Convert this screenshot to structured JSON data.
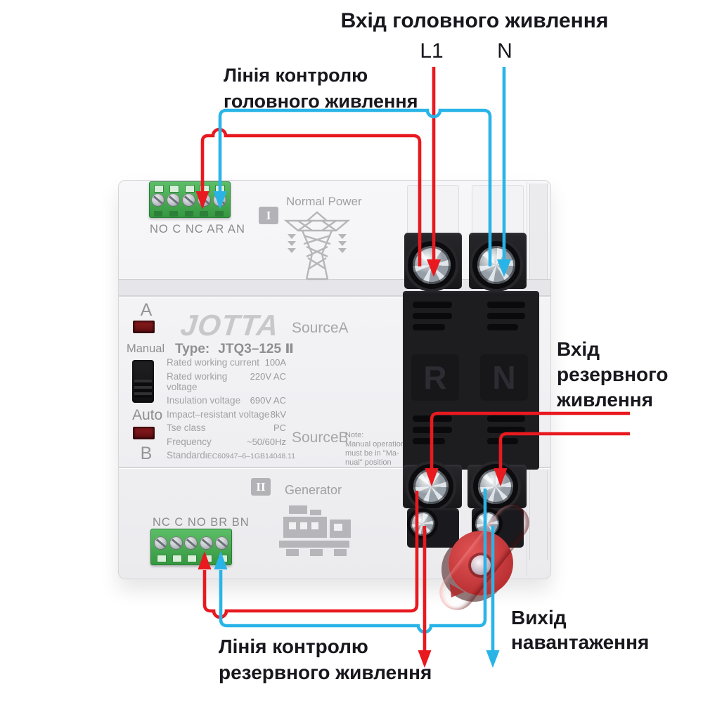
{
  "annotations": {
    "main_input_title": "Вхід головного живлення",
    "l1": "L1",
    "n": "N",
    "main_control": [
      "Лінія контролю",
      "головного живлення"
    ],
    "reserve_input": [
      "Вхід",
      "резервного",
      "живлення"
    ],
    "load_output": [
      "Вихід",
      "навантаження"
    ],
    "reserve_control": [
      "Лінія контролю",
      "резервного живлення"
    ]
  },
  "device": {
    "brand": "JOTTA",
    "badge_top": "I",
    "badge_bottom": "II",
    "normal_power": "Normal Power",
    "generator": "Generator",
    "terminals_top": "NO C NC AR AN",
    "terminals_bottom": "NC C NO BR BN",
    "indicator_a": "A",
    "indicator_b": "B",
    "manual": "Manual",
    "auto": "Auto",
    "type_label": "Type:",
    "type_value": "JTQ3–125 Ⅱ",
    "source_a": "SourceA",
    "source_b": "SourceB",
    "breaker_r": "R",
    "breaker_n": "N",
    "specs": [
      {
        "label": "Rated working current",
        "value": "100A"
      },
      {
        "label": "Rated working voltage",
        "value": "220V AC"
      },
      {
        "label": "Insulation voltage",
        "value": "690V AC"
      },
      {
        "label": "Impact–resistant voltage",
        "value": "8kV"
      },
      {
        "label": "Tse class",
        "value": "PC"
      },
      {
        "label": "Frequency",
        "value": "~50/60Hz"
      },
      {
        "label": "Standard",
        "value": "IEC60947–6–1GB14048.11"
      }
    ],
    "note_lines": [
      "Note:",
      "Manual operation",
      "must be in \"Ma-",
      "nual\" position"
    ]
  },
  "colors": {
    "wire-red": "#e8191f",
    "wire-blue": "#29b4e8",
    "handle-red": "#d94042",
    "terminal-green": "#3fa64c",
    "led-red": "#5c0e11",
    "breaker-black": "#1d1d20",
    "label-gray": "#a0a0a4",
    "annotation-black": "#17171d"
  }
}
